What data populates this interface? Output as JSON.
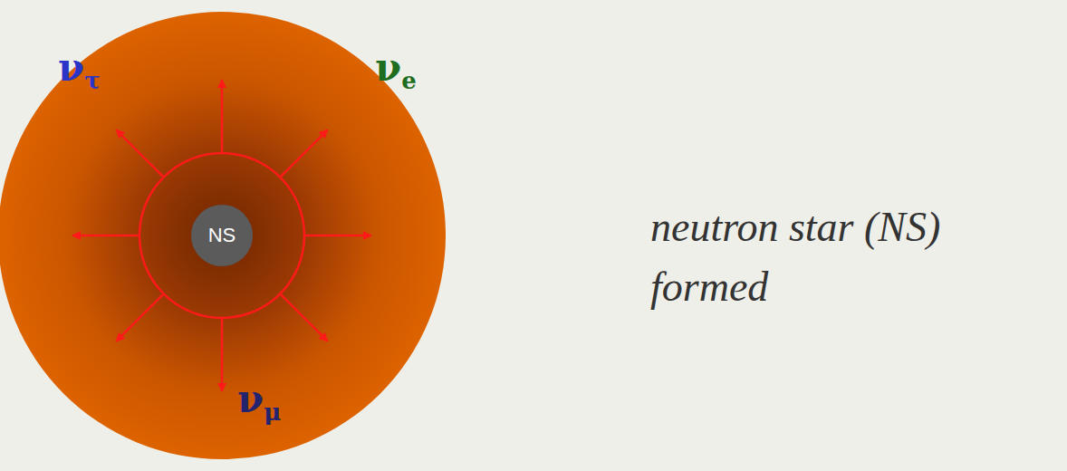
{
  "diagram": {
    "nodes": [
      {
        "text": [
          "NS"
        ]
      }
    ],
    "labels": [
      "ντ",
      "νe",
      "νμ",
      "neutron star (NS) formed"
    ]
  }
}
